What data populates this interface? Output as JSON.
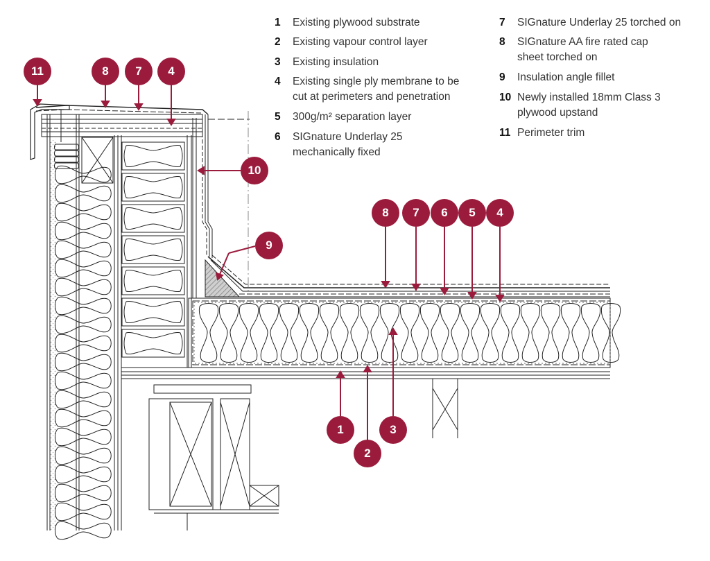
{
  "legend": [
    {
      "num": "1",
      "text": "Existing plywood substrate"
    },
    {
      "num": "2",
      "text": "Existing vapour control layer"
    },
    {
      "num": "3",
      "text": "Existing insulation"
    },
    {
      "num": "4",
      "text": "Existing single ply membrane to be cut at perimeters and penetration"
    },
    {
      "num": "5",
      "text": "300g/m² separation layer"
    },
    {
      "num": "6",
      "text": "SIGnature Underlay 25 mechanically fixed"
    },
    {
      "num": "7",
      "text": "SIGnature Underlay 25 torched on"
    },
    {
      "num": "8",
      "text": "SIGnature AA fire rated cap sheet torched on"
    },
    {
      "num": "9",
      "text": "Insulation angle fillet"
    },
    {
      "num": "10",
      "text": "Newly installed 18mm Class 3 plywood upstand"
    },
    {
      "num": "11",
      "text": "Perimeter trim"
    }
  ],
  "callouts": [
    "11",
    "8",
    "7",
    "4",
    "10",
    "9",
    "8",
    "7",
    "6",
    "5",
    "4",
    "1",
    "2",
    "3"
  ],
  "colors": {
    "badge": "#9b1b3c",
    "line": "#222222",
    "hatch": "#999999"
  }
}
